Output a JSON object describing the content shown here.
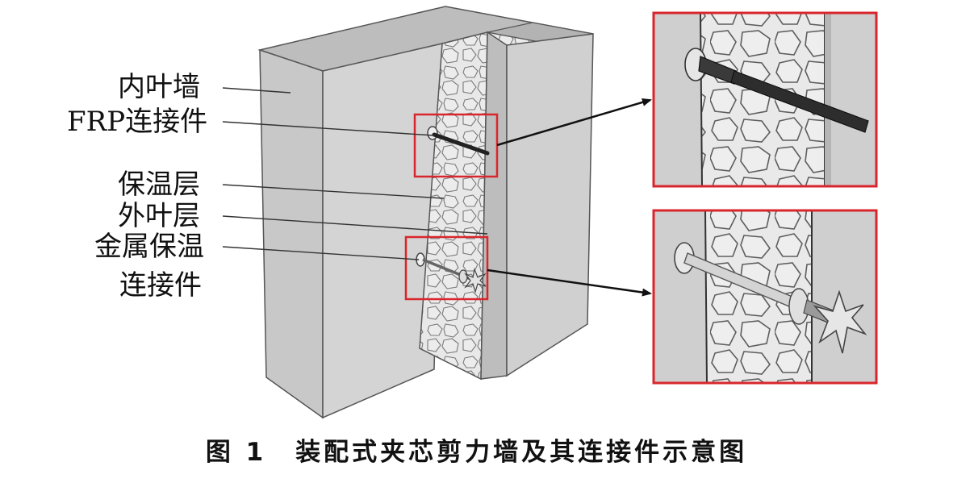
{
  "labels": {
    "inner_wythe": "内叶墙",
    "frp_connector": "FRP连接件",
    "insulation_layer": "保温层",
    "outer_wythe": "外叶层",
    "metal_connector_line1": "金属保温",
    "metal_connector_line2": "连接件"
  },
  "caption": {
    "number": "图 1",
    "text": "装配式夹芯剪力墙及其连接件示意图"
  },
  "colors": {
    "highlight_box": "#d9262c",
    "wall_front": "#d2d2d2",
    "wall_side": "#c4c4c4",
    "wall_top": "#b8b8b8",
    "insulation": "#e6e6e6"
  },
  "icons": {
    "frp_connector": "frp-rod-icon",
    "metal_connector": "metal-star-anchor-icon"
  }
}
